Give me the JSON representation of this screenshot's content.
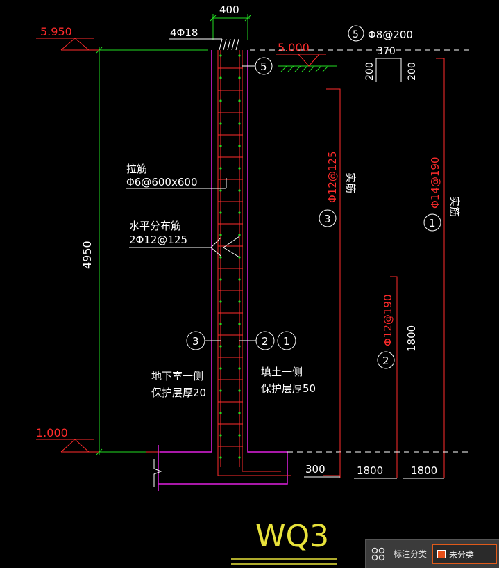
{
  "colors": {
    "background": "#000000",
    "rebar": "#ff2b2b",
    "wall": "#e020e0",
    "dim": "#ffffff",
    "level": "#ff2b2b",
    "green": "#22dd22",
    "yellow": "#e8e23a",
    "cyan_ground": "#22dd22",
    "panel_bg": "#3b3b3b",
    "accent": "#e8501a"
  },
  "elevations": {
    "top": "5.950",
    "bottom": "1.000",
    "ground": "5.000"
  },
  "dimensions": {
    "width_400": "400",
    "height_4950": "4950",
    "stirrup_200a": "200",
    "stirrup_370": "370",
    "stirrup_200b": "200",
    "d300": "300",
    "d1800a": "1800",
    "d1800b": "1800",
    "d1800v": "1800"
  },
  "labels": {
    "top_bars": "4Φ18",
    "rebar5": "Φ8@200",
    "tie_title": "拉筋",
    "tie_spec": "Φ6@600x600",
    "horiz_title": "水平分布筋",
    "horiz_spec": "2Φ12@125",
    "bar3_spec": "Φ12@125",
    "bar1_spec": "Φ14@190",
    "bar2_spec": "Φ12@190",
    "inner_side": "实筋",
    "outer_side": "实筋",
    "basement_1": "地下室一侧",
    "basement_2": "保护层厚20",
    "fill_1": "填土一侧",
    "fill_2": "保护层厚50",
    "wall_id": "WQ3"
  },
  "bubbles": {
    "b5_top": "5",
    "b5_right": "5",
    "b3_left": "3",
    "b3_right": "3",
    "b2_mid": "2",
    "b1_mid": "1",
    "b1_right": "1",
    "b2_right": "2"
  },
  "panel": {
    "icon": "grid-icon",
    "label": "标注分类",
    "selected": "未分类"
  }
}
